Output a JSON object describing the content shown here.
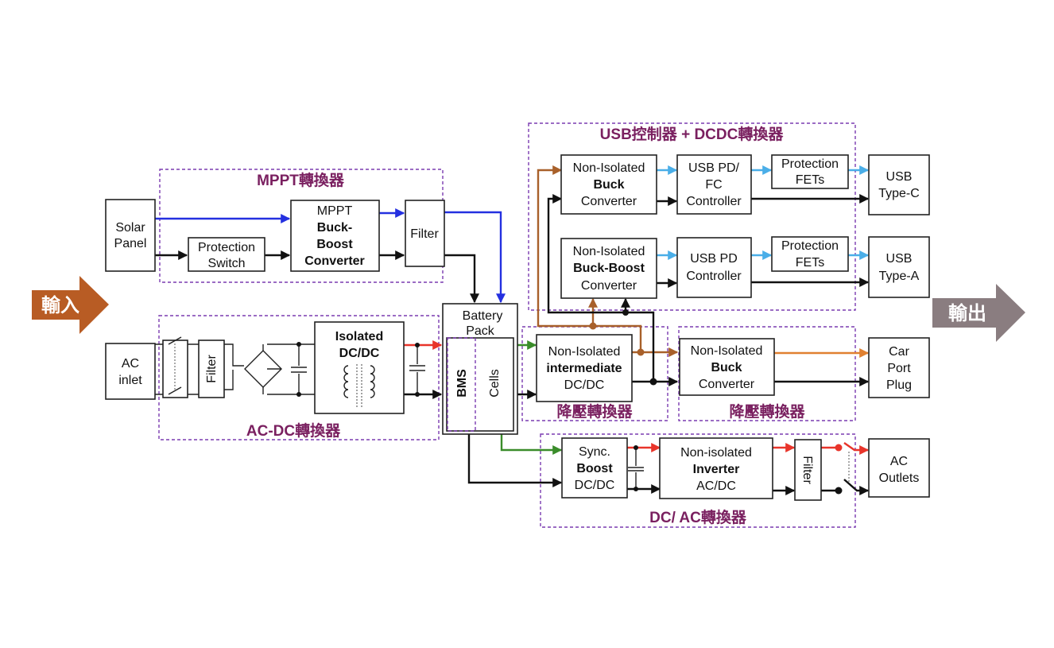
{
  "arrows": {
    "input_label": "輸入",
    "output_label": "輸出",
    "input_color": "#b85c24",
    "output_color": "#8a7d80"
  },
  "groups": {
    "mppt": "MPPT轉換器",
    "acdc": "AC-DC轉換器",
    "usb": "USB控制器 + DCDC轉換器",
    "stepdown1": "降壓轉換器",
    "stepdown2": "降壓轉換器",
    "dcac": "DC/ AC轉換器"
  },
  "blocks": {
    "solar_panel": [
      "Solar",
      "Panel"
    ],
    "protection_switch": [
      "Protection",
      "Switch"
    ],
    "mppt_converter": [
      "MPPT",
      "Buck-",
      "Boost",
      "Converter"
    ],
    "mppt_filter": "Filter",
    "ac_inlet": [
      "AC",
      "inlet"
    ],
    "ac_filter": "Filter",
    "isolated_dcdc": [
      "Isolated",
      "DC/DC"
    ],
    "battery_pack": [
      "Battery",
      "Pack"
    ],
    "bms": "BMS",
    "cells": "Cells",
    "intermediate_dcdc": [
      "Non-Isolated",
      "intermediate",
      "DC/DC"
    ],
    "usb_buck": [
      "Non-Isolated",
      "Buck",
      "Converter"
    ],
    "usb_pd_fc": [
      "USB PD/",
      "FC",
      "Controller"
    ],
    "protection_fets_1": [
      "Protection",
      "FETs"
    ],
    "usb_type_c": [
      "USB",
      "Type-C"
    ],
    "usb_buck_boost": [
      "Non-Isolated",
      "Buck-Boost",
      "Converter"
    ],
    "usb_pd": [
      "USB PD",
      "Controller"
    ],
    "protection_fets_2": [
      "Protection",
      "FETs"
    ],
    "usb_type_a": [
      "USB",
      "Type-A"
    ],
    "car_buck": [
      "Non-Isolated",
      "Buck",
      "Converter"
    ],
    "car_port": [
      "Car",
      "Port",
      "Plug"
    ],
    "sync_boost": [
      "Sync.",
      "Boost",
      "DC/DC"
    ],
    "inverter": [
      "Non-isolated",
      "Inverter",
      "AC/DC"
    ],
    "ac_out_filter": "Filter",
    "ac_outlets": [
      "AC",
      "Outlets"
    ]
  },
  "colors": {
    "group_border": "#7a3bb0",
    "group_title": "#7a2060",
    "solar_line": "#2430e0",
    "usb_data_line": "#4aaee8",
    "hv_line": "#e8342a",
    "battery_out_line": "#3a8c2a",
    "bus_line": "#a8602a",
    "car_line": "#e08030"
  }
}
